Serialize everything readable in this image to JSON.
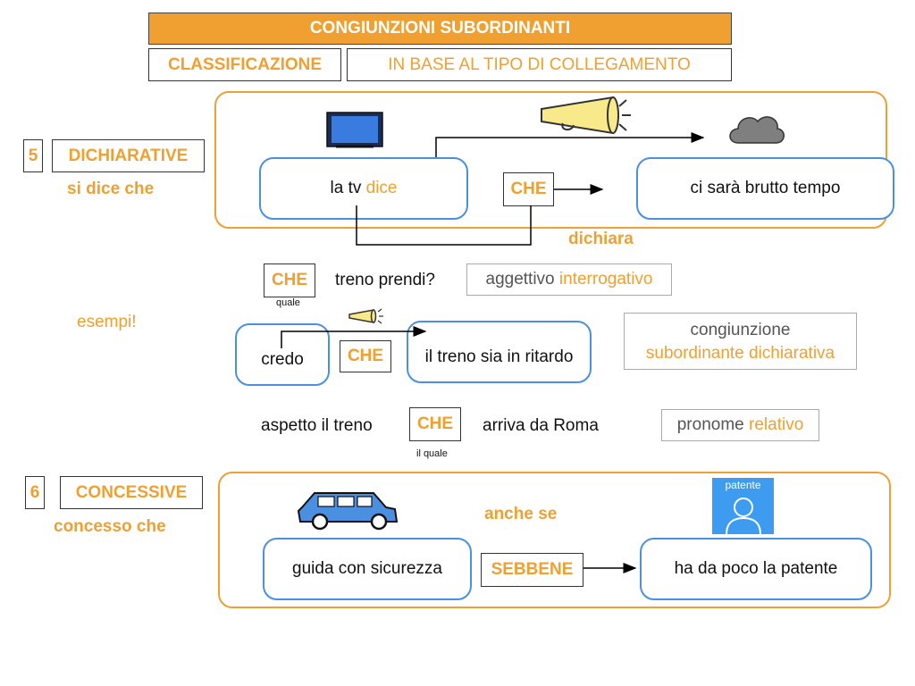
{
  "header": {
    "title": "CONGIUNZIONI SUBORDINANTI",
    "classificazione": "CLASSIFICAZIONE",
    "subtitle": "IN BASE AL TIPO DI COLLEGAMENTO"
  },
  "section5": {
    "number": "5",
    "label": "DICHIARATIVE",
    "meaning": "si dice che",
    "main_clause_prefix": "la tv ",
    "main_clause_verb": "dice",
    "conjunction": "CHE",
    "sub_clause": "ci sarà brutto tempo",
    "caption": "dichiara"
  },
  "examples": {
    "label": "esempi!",
    "ex1": {
      "conj": "CHE",
      "note": "quale",
      "text": "treno prendi?",
      "tag_prefix": "aggettivo ",
      "tag_highlight": "interrogativo"
    },
    "ex2": {
      "main": "credo",
      "conj": "CHE",
      "sub": "il treno sia in ritardo",
      "tag_line1": "congiunzione",
      "tag_line2": "subordinante dichiarativa"
    },
    "ex3": {
      "before": "aspetto il treno",
      "conj": "CHE",
      "note": "il quale",
      "after": "arriva da Roma",
      "tag_prefix": "pronome ",
      "tag_highlight": "relativo"
    }
  },
  "section6": {
    "number": "6",
    "label": "CONCESSIVE",
    "meaning": "concesso che",
    "caption": "anche se",
    "main_clause": "guida con sicurezza",
    "conjunction": "SEBBENE",
    "sub_clause": "ha da poco la patente",
    "badge": "patente"
  },
  "colors": {
    "accent": "#f0a030",
    "blue": "#4a90e2",
    "dark": "#333333"
  },
  "icons": [
    "tv-icon",
    "megaphone-icon",
    "cloud-icon",
    "car-icon",
    "person-icon"
  ]
}
